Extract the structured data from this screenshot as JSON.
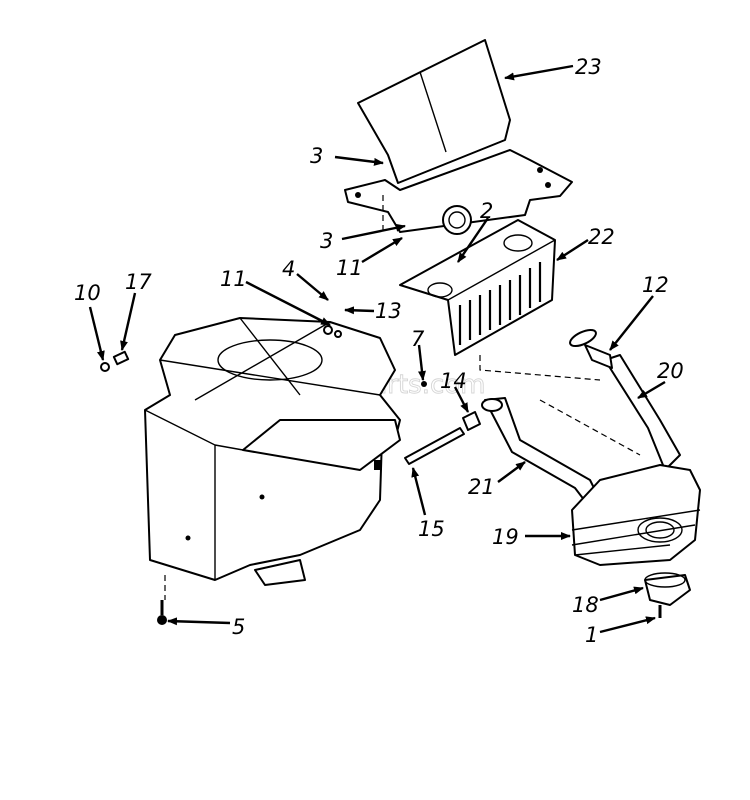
{
  "watermark": "eReplacementParts.com",
  "callouts": [
    {
      "id": "c23",
      "text": "23"
    },
    {
      "id": "c3a",
      "text": "3"
    },
    {
      "id": "c3b",
      "text": "3"
    },
    {
      "id": "c2",
      "text": "2"
    },
    {
      "id": "c22",
      "text": "22"
    },
    {
      "id": "c11a",
      "text": "11"
    },
    {
      "id": "c11b",
      "text": "11"
    },
    {
      "id": "c4",
      "text": "4"
    },
    {
      "id": "c13",
      "text": "13"
    },
    {
      "id": "c10",
      "text": "10"
    },
    {
      "id": "c17",
      "text": "17"
    },
    {
      "id": "c7",
      "text": "7"
    },
    {
      "id": "c14",
      "text": "14"
    },
    {
      "id": "c12",
      "text": "12"
    },
    {
      "id": "c20",
      "text": "20"
    },
    {
      "id": "c21",
      "text": "21"
    },
    {
      "id": "c15",
      "text": "15"
    },
    {
      "id": "c19",
      "text": "19"
    },
    {
      "id": "c18",
      "text": "18"
    },
    {
      "id": "c1",
      "text": "1"
    },
    {
      "id": "c5",
      "text": "5"
    }
  ]
}
